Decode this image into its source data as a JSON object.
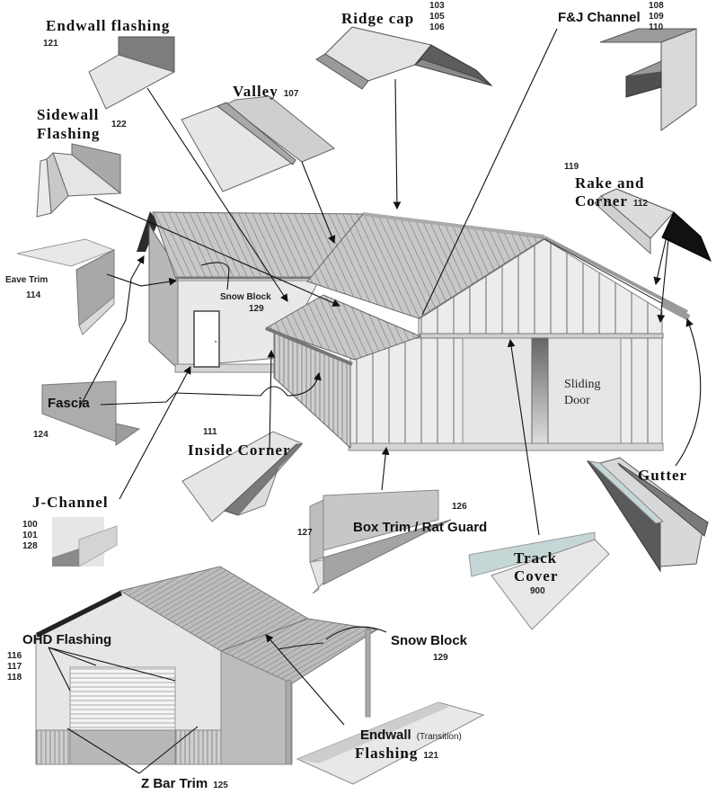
{
  "diagram": {
    "title": "Metal building trim and flashing parts",
    "colors": {
      "outline": "#555555",
      "light": "#e6e6e6",
      "mid": "#b5b5b5",
      "dark": "#7a7a7a",
      "black": "#1a1a1a",
      "blue_tint": "#c5d6d6"
    },
    "parts": [
      {
        "id": "endwall-flashing",
        "name": "Endwall flashing",
        "codes": [
          "121"
        ]
      },
      {
        "id": "ridge-cap",
        "name": "Ridge cap",
        "codes": [
          "103",
          "105",
          "106"
        ]
      },
      {
        "id": "fj-channel",
        "name": "F&J Channel",
        "codes": [
          "108",
          "109",
          "110"
        ]
      },
      {
        "id": "valley",
        "name": "Valley",
        "codes": [
          "107"
        ]
      },
      {
        "id": "sidewall-flashing",
        "name_line1": "Sidewall",
        "name_line2": "Flashing",
        "codes": [
          "122"
        ]
      },
      {
        "id": "rake-corner",
        "name_line1": "Rake and",
        "name_line2": "Corner",
        "codes": [
          "119",
          "112"
        ]
      },
      {
        "id": "eave-trim",
        "name": "Eave Trim",
        "codes": [
          "114"
        ]
      },
      {
        "id": "snow-block-main",
        "name": "Snow Block",
        "codes": [
          "129"
        ]
      },
      {
        "id": "fascia",
        "name": "Fascia",
        "codes": [
          "124"
        ]
      },
      {
        "id": "inside-corner",
        "name": "Inside Corner",
        "codes": [
          "111"
        ]
      },
      {
        "id": "gutter",
        "name": "Gutter",
        "codes": []
      },
      {
        "id": "j-channel",
        "name": "J-Channel",
        "codes": [
          "100",
          "101",
          "128"
        ]
      },
      {
        "id": "box-trim",
        "name": "Box Trim / Rat Guard",
        "codes": [
          "126",
          "127"
        ]
      },
      {
        "id": "track-cover",
        "name_line1": "Track",
        "name_line2": "Cover",
        "codes": [
          "900"
        ]
      },
      {
        "id": "ohd-flashing",
        "name": "OHD Flashing",
        "codes": [
          "116",
          "117",
          "118"
        ]
      },
      {
        "id": "snow-block-lean",
        "name": "Snow Block",
        "codes": [
          "129"
        ]
      },
      {
        "id": "endwall-transition",
        "name_line1": "Endwall",
        "qualifier": "(Transition)",
        "name_line2": "Flashing",
        "codes": [
          "121"
        ]
      },
      {
        "id": "z-bar-trim",
        "name": "Z Bar Trim",
        "codes": [
          "125"
        ]
      }
    ],
    "building_label": {
      "line1": "Sliding",
      "line2": "Door"
    }
  }
}
